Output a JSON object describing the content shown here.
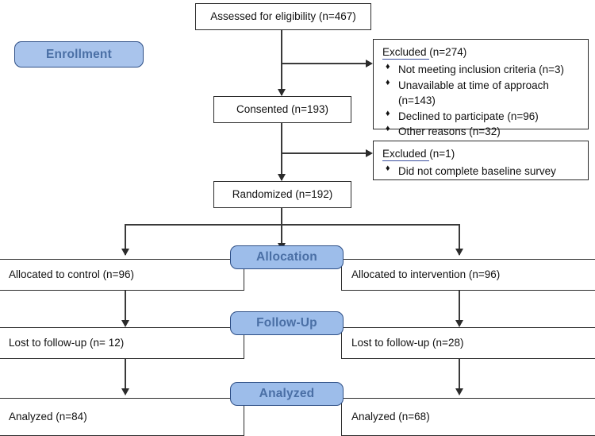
{
  "diagram": {
    "title": "CONSORT participant flow diagram",
    "colors": {
      "banner_fill": "#a9c4ec",
      "banner_fill_alt": "#9dbdea",
      "banner_border": "#2e4f86",
      "banner_text": "#4a6fa5",
      "box_border": "#2b2b2b",
      "box_fill": "#ffffff",
      "text": "#111111",
      "underline": "#3b4f9e",
      "connector": "#3a3a3a"
    },
    "stage_banners": [
      {
        "id": "enrollment",
        "label": "Enrollment"
      },
      {
        "id": "allocation",
        "label": "Allocation"
      },
      {
        "id": "followup",
        "label": "Follow-Up"
      },
      {
        "id": "analyzed",
        "label": "Analyzed"
      }
    ],
    "nodes": {
      "assessed": {
        "label": "Assessed for eligibility (n=467)"
      },
      "consented": {
        "label": "Consented (n=193)"
      },
      "randomized": {
        "label": "Randomized (n=192)"
      },
      "allocated_control": {
        "label": "Allocated to control (n=96)"
      },
      "allocated_intervention": {
        "label": "Allocated to intervention (n=96)"
      },
      "lost_control": {
        "label": "Lost to follow-up (n= 12)"
      },
      "lost_intervention": {
        "label": "Lost to follow-up (n=28)"
      },
      "analyzed_control": {
        "label": "Analyzed (n=84)"
      },
      "analyzed_intervention": {
        "label": "Analyzed (n=68)"
      }
    },
    "excluded_boxes": [
      {
        "id": "excluded-eligibility",
        "title_underlined": "Excluded ",
        "title_count": " (n=274)",
        "bullet_glyph": "♦",
        "reasons": [
          "Not meeting inclusion criteria (n=3)",
          "Unavailable at time of approach (n=143)",
          "Declined to participate (n=96)",
          "Other reasons (n=32)"
        ]
      },
      {
        "id": "excluded-baseline",
        "title_underlined": "Excluded ",
        "title_count": " (n=1)",
        "bullet_glyph": "♦",
        "reasons": [
          "Did not complete baseline survey"
        ]
      }
    ]
  }
}
